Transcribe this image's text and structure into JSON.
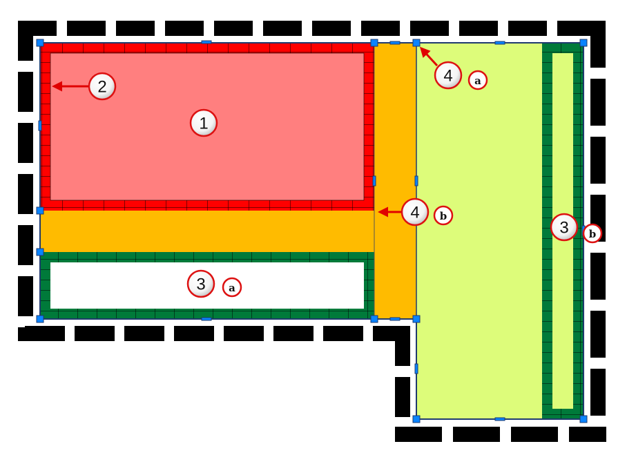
{
  "diagram": {
    "colors": {
      "wall": "#000000",
      "red_band": "#ff0000",
      "pink_area": "#ff7f7f",
      "orange": "#ffbb00",
      "green": "#007a3a",
      "lime": "#ddfc7a",
      "outline": "#1f3a6e",
      "handle": "#0a84ff",
      "callout_ring": "#dd1111"
    },
    "callouts": [
      {
        "number": "1",
        "letter": ""
      },
      {
        "number": "2",
        "letter": ""
      },
      {
        "number": "3",
        "letter": "a"
      },
      {
        "number": "3",
        "letter": "b"
      },
      {
        "number": "4",
        "letter": "a"
      },
      {
        "number": "4",
        "letter": "b"
      }
    ]
  }
}
